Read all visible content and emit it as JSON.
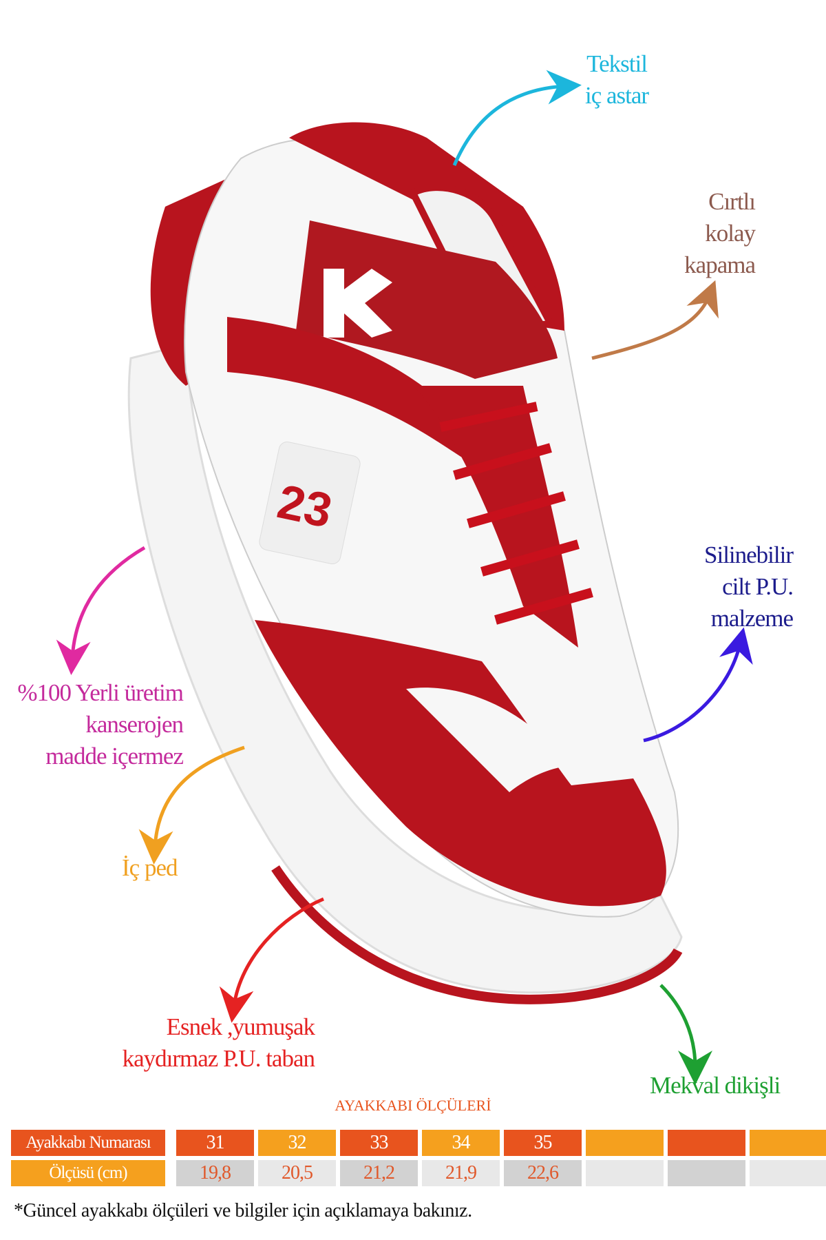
{
  "labels": {
    "lining": [
      "Tekstil",
      "iç astar"
    ],
    "closure": [
      "Cırtlı",
      "kolay",
      "kapama"
    ],
    "material": [
      "Silinebilir",
      "cilt P.U.",
      "malzeme"
    ],
    "origin": [
      "%100 Yerli üretim",
      "kanserojen",
      "madde içermez"
    ],
    "insole": [
      "İç ped"
    ],
    "sole": [
      "Esnek ,yumuşak",
      "kaydırmaz  P.U. taban"
    ],
    "stitch": [
      "Mekval dikişli"
    ]
  },
  "colors": {
    "lining": "#1cb6dc",
    "closure": "#8c5a4e",
    "material": "#1c1c8c",
    "origin": "#c42a9c",
    "insole": "#f0a020",
    "sole": "#e52222",
    "stitch": "#1ea032",
    "shoe_red": "#b8141e",
    "table_red": "#e8541e",
    "table_orange": "#f5a01e"
  },
  "size_table": {
    "title": "AYAKKABI ÖLÇÜLERİ",
    "row_labels": [
      "Ayakkabı Numarası",
      "Ölçüsü (cm)"
    ],
    "sizes": [
      "31",
      "32",
      "33",
      "34",
      "35",
      "",
      "",
      ""
    ],
    "lengths_cm": [
      "19,8",
      "20,5",
      "21,2",
      "21,9",
      "22,6",
      "",
      "",
      ""
    ]
  },
  "footnote": "*Güncel ayakkabı ölçüleri ve bilgiler için açıklamaya bakınız."
}
